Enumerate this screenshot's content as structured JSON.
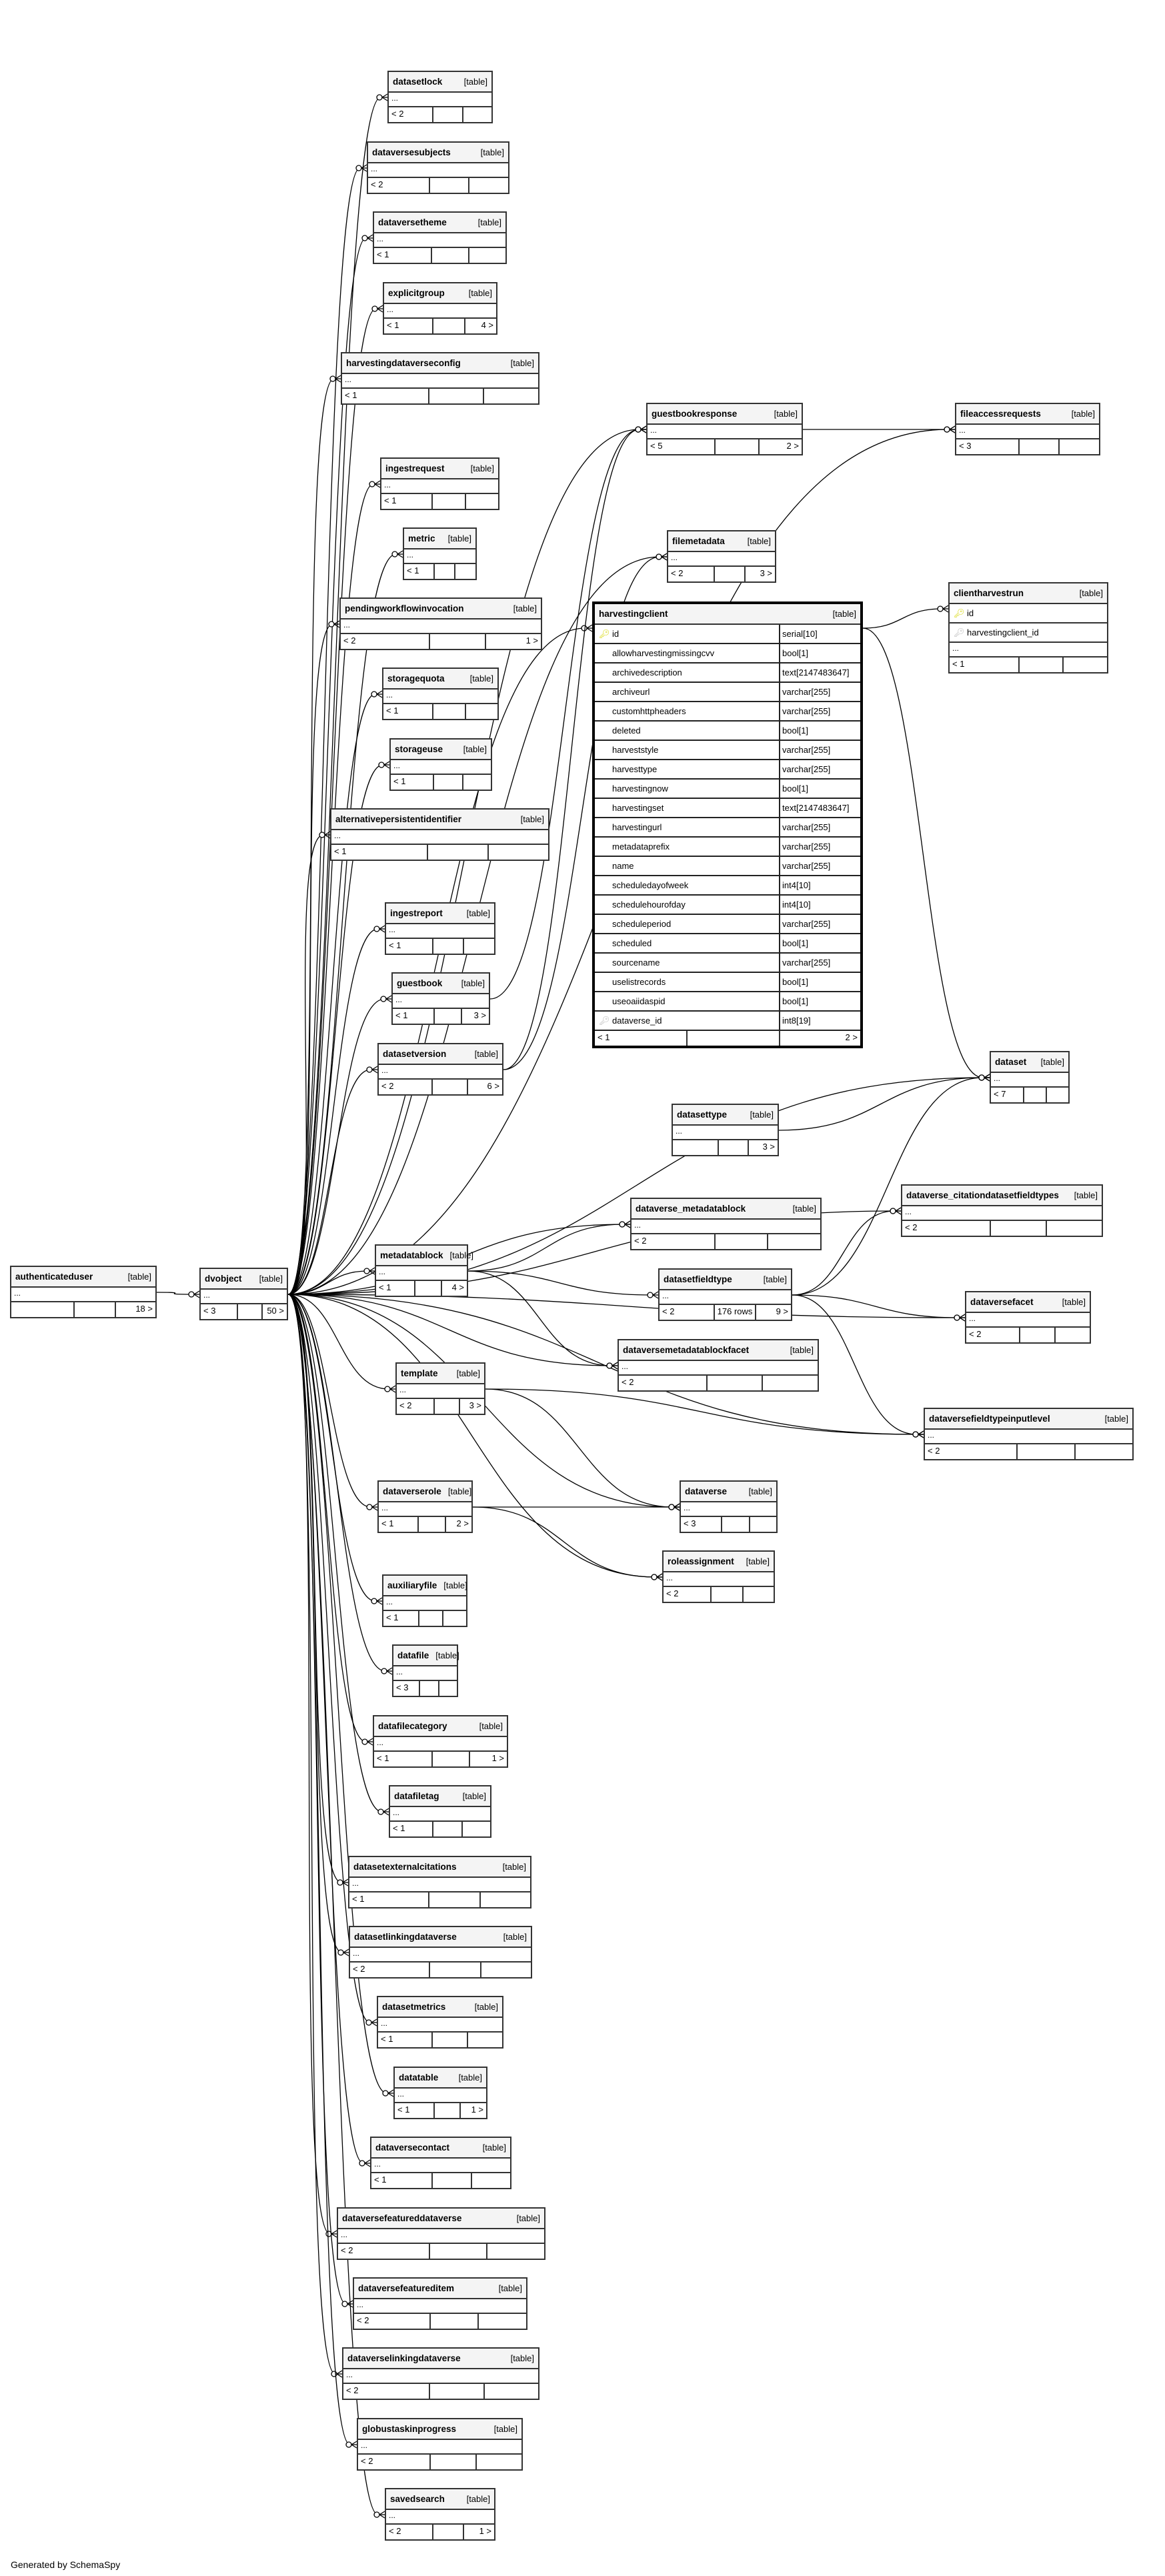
{
  "footer": "Generated by SchemaSpy",
  "table_type_label": "[table]",
  "ellipsis": "...",
  "focus_table": {
    "name": "harvestingclient",
    "type": "[table]",
    "columns": [
      {
        "name": "id",
        "type": "serial[10]",
        "key": "primary-key-icon"
      },
      {
        "name": "allowharvestingmissingcvv",
        "type": "bool[1]",
        "key": ""
      },
      {
        "name": "archivedescription",
        "type": "text[2147483647]",
        "key": ""
      },
      {
        "name": "archiveurl",
        "type": "varchar[255]",
        "key": ""
      },
      {
        "name": "customhttpheaders",
        "type": "varchar[255]",
        "key": ""
      },
      {
        "name": "deleted",
        "type": "bool[1]",
        "key": ""
      },
      {
        "name": "harveststyle",
        "type": "varchar[255]",
        "key": ""
      },
      {
        "name": "harvesttype",
        "type": "varchar[255]",
        "key": ""
      },
      {
        "name": "harvestingnow",
        "type": "bool[1]",
        "key": ""
      },
      {
        "name": "harvestingset",
        "type": "text[2147483647]",
        "key": ""
      },
      {
        "name": "harvestingurl",
        "type": "varchar[255]",
        "key": ""
      },
      {
        "name": "metadataprefix",
        "type": "varchar[255]",
        "key": ""
      },
      {
        "name": "name",
        "type": "varchar[255]",
        "key": ""
      },
      {
        "name": "scheduledayofweek",
        "type": "int4[10]",
        "key": ""
      },
      {
        "name": "schedulehourofday",
        "type": "int4[10]",
        "key": ""
      },
      {
        "name": "scheduleperiod",
        "type": "varchar[255]",
        "key": ""
      },
      {
        "name": "scheduled",
        "type": "bool[1]",
        "key": ""
      },
      {
        "name": "sourcename",
        "type": "varchar[255]",
        "key": ""
      },
      {
        "name": "uselistrecords",
        "type": "bool[1]",
        "key": ""
      },
      {
        "name": "useoaiidaspid",
        "type": "bool[1]",
        "key": ""
      },
      {
        "name": "dataverse_id",
        "type": "int8[19]",
        "key": "foreign-key-icon"
      }
    ],
    "parents": "< 1",
    "rows": "",
    "children": "2 >"
  },
  "tables": [
    {
      "id": "datasetlock",
      "name": "datasetlock",
      "parents": "< 2",
      "rows": "",
      "children": ""
    },
    {
      "id": "dataversesubjects",
      "name": "dataversesubjects",
      "parents": "< 2",
      "rows": "",
      "children": ""
    },
    {
      "id": "dataversetheme",
      "name": "dataversetheme",
      "parents": "< 1",
      "rows": "",
      "children": ""
    },
    {
      "id": "explicitgroup",
      "name": "explicitgroup",
      "parents": "< 1",
      "rows": "",
      "children": "4 >"
    },
    {
      "id": "harvestingdataverseconfig",
      "name": "harvestingdataverseconfig",
      "parents": "< 1",
      "rows": "",
      "children": ""
    },
    {
      "id": "ingestrequest",
      "name": "ingestrequest",
      "parents": "< 1",
      "rows": "",
      "children": ""
    },
    {
      "id": "metric",
      "name": "metric",
      "parents": "< 1",
      "rows": "",
      "children": ""
    },
    {
      "id": "pendingworkflowinvocation",
      "name": "pendingworkflowinvocation",
      "parents": "< 2",
      "rows": "",
      "children": "1 >"
    },
    {
      "id": "storagequota",
      "name": "storagequota",
      "parents": "< 1",
      "rows": "",
      "children": ""
    },
    {
      "id": "storageuse",
      "name": "storageuse",
      "parents": "< 1",
      "rows": "",
      "children": ""
    },
    {
      "id": "alternativepersistentidentifier",
      "name": "alternativepersistentidentifier",
      "parents": "< 1",
      "rows": "",
      "children": ""
    },
    {
      "id": "ingestreport",
      "name": "ingestreport",
      "parents": "< 1",
      "rows": "",
      "children": ""
    },
    {
      "id": "guestbook",
      "name": "guestbook",
      "parents": "< 1",
      "rows": "",
      "children": "3 >"
    },
    {
      "id": "datasetversion",
      "name": "datasetversion",
      "parents": "< 2",
      "rows": "",
      "children": "6 >"
    },
    {
      "id": "authenticateduser",
      "name": "authenticateduser",
      "parents": "",
      "rows": "",
      "children": "18 >"
    },
    {
      "id": "dvobject",
      "name": "dvobject",
      "parents": "< 3",
      "rows": "",
      "children": "50 >"
    },
    {
      "id": "metadatablock",
      "name": "metadatablock",
      "parents": "< 1",
      "rows": "",
      "children": "4 >"
    },
    {
      "id": "template",
      "name": "template",
      "parents": "< 2",
      "rows": "",
      "children": "3 >"
    },
    {
      "id": "dataverserole",
      "name": "dataverserole",
      "parents": "< 1",
      "rows": "",
      "children": "2 >"
    },
    {
      "id": "auxiliaryfile",
      "name": "auxiliaryfile",
      "parents": "< 1",
      "rows": "",
      "children": ""
    },
    {
      "id": "datafile",
      "name": "datafile",
      "parents": "< 3",
      "rows": "",
      "children": ""
    },
    {
      "id": "datafilecategory",
      "name": "datafilecategory",
      "parents": "< 1",
      "rows": "",
      "children": "1 >"
    },
    {
      "id": "datafiletag",
      "name": "datafiletag",
      "parents": "< 1",
      "rows": "",
      "children": ""
    },
    {
      "id": "datasetexternalcitations",
      "name": "datasetexternalcitations",
      "parents": "< 1",
      "rows": "",
      "children": ""
    },
    {
      "id": "datasetlinkingdataverse",
      "name": "datasetlinkingdataverse",
      "parents": "< 2",
      "rows": "",
      "children": ""
    },
    {
      "id": "datasetmetrics",
      "name": "datasetmetrics",
      "parents": "< 1",
      "rows": "",
      "children": ""
    },
    {
      "id": "datatable",
      "name": "datatable",
      "parents": "< 1",
      "rows": "",
      "children": "1 >"
    },
    {
      "id": "dataversecontact",
      "name": "dataversecontact",
      "parents": "< 1",
      "rows": "",
      "children": ""
    },
    {
      "id": "dataversefeatureddataverse",
      "name": "dataversefeatureddataverse",
      "parents": "< 2",
      "rows": "",
      "children": ""
    },
    {
      "id": "dataversefeatureditem",
      "name": "dataversefeatureditem",
      "parents": "< 2",
      "rows": "",
      "children": ""
    },
    {
      "id": "dataverselinkingdataverse",
      "name": "dataverselinkingdataverse",
      "parents": "< 2",
      "rows": "",
      "children": ""
    },
    {
      "id": "globustaskinprogress",
      "name": "globustaskinprogress",
      "parents": "< 2",
      "rows": "",
      "children": ""
    },
    {
      "id": "savedsearch",
      "name": "savedsearch",
      "parents": "< 2",
      "rows": "",
      "children": "1 >"
    },
    {
      "id": "guestbookresponse",
      "name": "guestbookresponse",
      "parents": "< 5",
      "rows": "",
      "children": "2 >"
    },
    {
      "id": "fileaccessrequests",
      "name": "fileaccessrequests",
      "parents": "< 3",
      "rows": "",
      "children": ""
    },
    {
      "id": "filemetadata",
      "name": "filemetadata",
      "parents": "< 2",
      "rows": "",
      "children": "3 >"
    },
    {
      "id": "dataset",
      "name": "dataset",
      "parents": "< 7",
      "rows": "",
      "children": ""
    },
    {
      "id": "datasettype",
      "name": "datasettype",
      "parents": "",
      "rows": "",
      "children": "3 >"
    },
    {
      "id": "dataverse_metadatablock",
      "name": "dataverse_metadatablock",
      "parents": "< 2",
      "rows": "",
      "children": ""
    },
    {
      "id": "datasetfieldtype",
      "name": "datasetfieldtype",
      "parents": "< 2",
      "rows": "176 rows",
      "children": "9 >"
    },
    {
      "id": "dataversemetadatablockfacet",
      "name": "dataversemetadatablockfacet",
      "parents": "< 2",
      "rows": "",
      "children": ""
    },
    {
      "id": "dataverse_citationdatasetfieldtypes",
      "name": "dataverse_citationdatasetfieldtypes",
      "parents": "< 2",
      "rows": "",
      "children": ""
    },
    {
      "id": "dataversefacet",
      "name": "dataversefacet",
      "parents": "< 2",
      "rows": "",
      "children": ""
    },
    {
      "id": "dataversefieldtypeinputlevel",
      "name": "dataversefieldtypeinputlevel",
      "parents": "< 2",
      "rows": "",
      "children": ""
    },
    {
      "id": "dataverse",
      "name": "dataverse",
      "parents": "< 3",
      "rows": "",
      "children": ""
    },
    {
      "id": "roleassignment",
      "name": "roleassignment",
      "parents": "< 2",
      "rows": "",
      "children": ""
    }
  ],
  "clientharvestrun": {
    "name": "clientharvestrun",
    "type": "[table]",
    "columns": [
      {
        "name": "id",
        "key": "primary-key-icon"
      },
      {
        "name": "harvestingclient_id",
        "key": "foreign-key-icon"
      }
    ],
    "parents": "< 1",
    "rows": "",
    "children": ""
  },
  "relationships": [
    [
      "dvobject",
      "datasetlock"
    ],
    [
      "dvobject",
      "dataversesubjects"
    ],
    [
      "dvobject",
      "dataversetheme"
    ],
    [
      "dvobject",
      "explicitgroup"
    ],
    [
      "dvobject",
      "harvestingdataverseconfig"
    ],
    [
      "dvobject",
      "ingestrequest"
    ],
    [
      "dvobject",
      "metric"
    ],
    [
      "dvobject",
      "pendingworkflowinvocation"
    ],
    [
      "dvobject",
      "storagequota"
    ],
    [
      "dvobject",
      "storageuse"
    ],
    [
      "dvobject",
      "alternativepersistentidentifier"
    ],
    [
      "dvobject",
      "ingestreport"
    ],
    [
      "dvobject",
      "guestbook"
    ],
    [
      "dvobject",
      "datasetversion"
    ],
    [
      "dvobject",
      "metadatablock"
    ],
    [
      "dvobject",
      "template"
    ],
    [
      "dvobject",
      "dataverserole"
    ],
    [
      "dvobject",
      "auxiliaryfile"
    ],
    [
      "dvobject",
      "datafile"
    ],
    [
      "dvobject",
      "datafilecategory"
    ],
    [
      "dvobject",
      "datafiletag"
    ],
    [
      "dvobject",
      "datasetexternalcitations"
    ],
    [
      "dvobject",
      "datasetlinkingdataverse"
    ],
    [
      "dvobject",
      "datasetmetrics"
    ],
    [
      "dvobject",
      "datatable"
    ],
    [
      "dvobject",
      "dataversecontact"
    ],
    [
      "dvobject",
      "dataversefeatureddataverse"
    ],
    [
      "dvobject",
      "dataversefeatureditem"
    ],
    [
      "dvobject",
      "dataverselinkingdataverse"
    ],
    [
      "dvobject",
      "globustaskinprogress"
    ],
    [
      "dvobject",
      "savedsearch"
    ],
    [
      "dvobject",
      "guestbookresponse"
    ],
    [
      "dvobject",
      "fileaccessrequests"
    ],
    [
      "dvobject",
      "filemetadata"
    ],
    [
      "dvobject",
      "dataset"
    ],
    [
      "dvobject",
      "dataverse_metadatablock"
    ],
    [
      "dvobject",
      "dataversemetadatablockfacet"
    ],
    [
      "dvobject",
      "dataverse_citationdatasetfieldtypes"
    ],
    [
      "dvobject",
      "dataversefacet"
    ],
    [
      "dvobject",
      "dataversefieldtypeinputlevel"
    ],
    [
      "dvobject",
      "dataverse"
    ],
    [
      "dvobject",
      "roleassignment"
    ],
    [
      "dvobject",
      "harvestingclient"
    ],
    [
      "authenticateduser",
      "dvobject"
    ],
    [
      "guestbook",
      "guestbookresponse"
    ],
    [
      "guestbookresponse",
      "fileaccessrequests"
    ],
    [
      "datasetversion",
      "filemetadata"
    ],
    [
      "datasetversion",
      "guestbookresponse"
    ],
    [
      "harvestingclient",
      "clientharvestrun"
    ],
    [
      "harvestingclient",
      "dataset"
    ],
    [
      "datasettype",
      "dataset"
    ],
    [
      "metadatablock",
      "dataverse_metadatablock"
    ],
    [
      "metadatablock",
      "datasetfieldtype"
    ],
    [
      "metadatablock",
      "dataversemetadatablockfacet"
    ],
    [
      "datasetfieldtype",
      "dataverse_citationdatasetfieldtypes"
    ],
    [
      "datasetfieldtype",
      "dataversefacet"
    ],
    [
      "datasetfieldtype",
      "dataversefieldtypeinputlevel"
    ],
    [
      "datasetfieldtype",
      "dataset"
    ],
    [
      "template",
      "dataverse"
    ],
    [
      "template",
      "dataversefieldtypeinputlevel"
    ],
    [
      "dataverserole",
      "dataverse"
    ],
    [
      "dataverserole",
      "roleassignment"
    ]
  ]
}
